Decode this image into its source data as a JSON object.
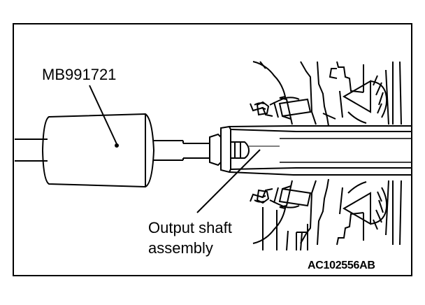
{
  "diagram": {
    "callouts": {
      "tool": "MB991721",
      "output_shaft_line1": "Output shaft",
      "output_shaft_line2": "assembly"
    },
    "figure_id": "AC102556AB",
    "colors": {
      "ink": "#000000",
      "paper": "#ffffff"
    }
  }
}
